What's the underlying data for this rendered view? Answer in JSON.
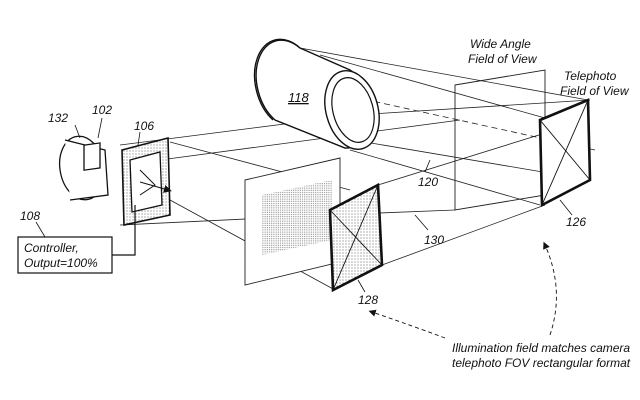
{
  "labels": {
    "l132": "132",
    "l102": "102",
    "l106": "106",
    "l108": "108",
    "l118": "118",
    "l120": "120",
    "l126": "126",
    "l128": "128",
    "l130": "130"
  },
  "controller": {
    "line1": "Controller,",
    "line2": "Output=100%"
  },
  "wide_angle": {
    "line1": "Wide Angle",
    "line2": "Field of View"
  },
  "telephoto": {
    "line1": "Telephoto",
    "line2": "Field of View"
  },
  "caption": {
    "line1": "Illumination field matches camera",
    "line2": "telephoto FOV rectangular format"
  }
}
